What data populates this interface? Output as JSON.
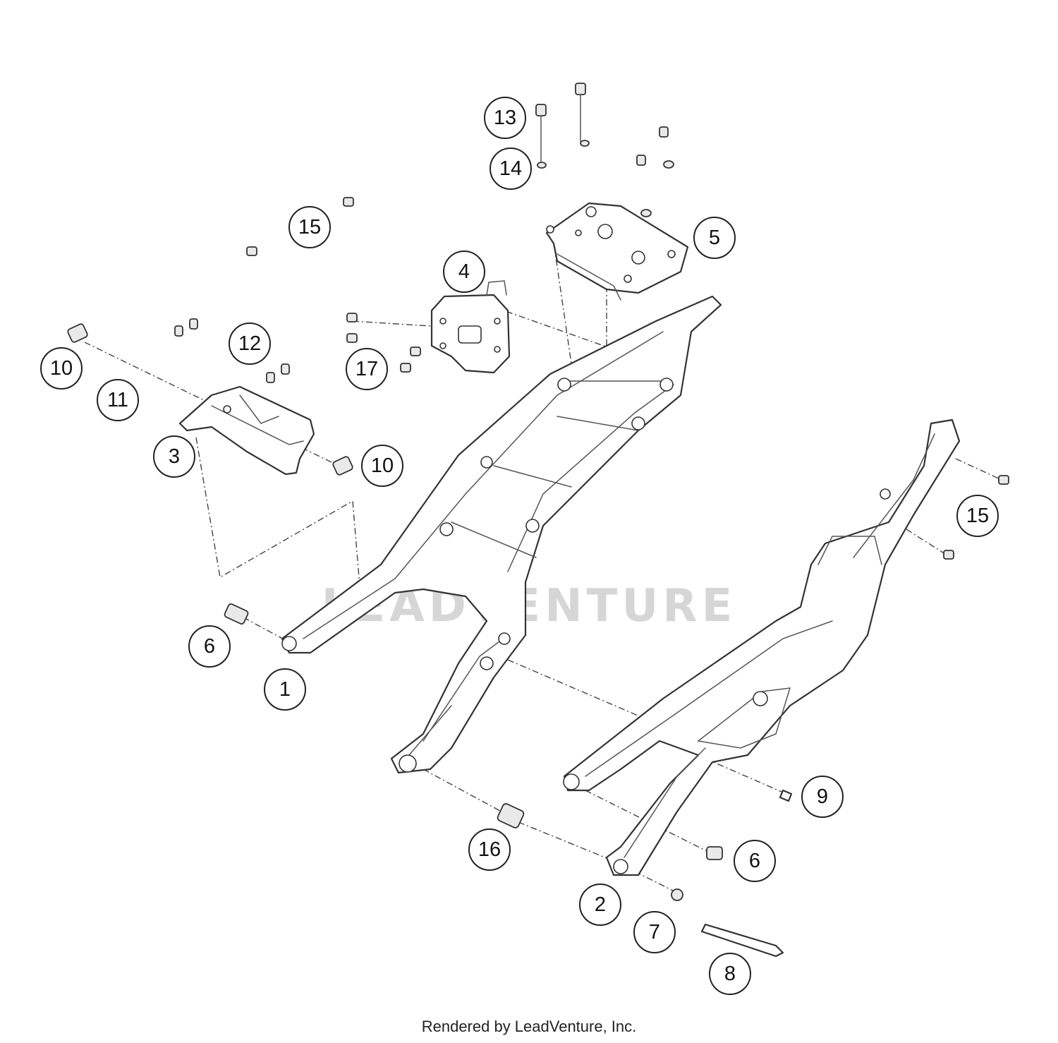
{
  "footer": {
    "credit": "Rendered by LeadVenture, Inc."
  },
  "watermark": {
    "text": "LEADVENTURE"
  },
  "callouts": [
    {
      "id": "c13",
      "label": "13",
      "part": "screw"
    },
    {
      "id": "c14",
      "label": "14",
      "part": "washer"
    },
    {
      "id": "c15a",
      "label": "15",
      "part": "screw-small"
    },
    {
      "id": "c5",
      "label": "5",
      "part": "rear-mounting-plate"
    },
    {
      "id": "c4",
      "label": "4",
      "part": "bracket"
    },
    {
      "id": "c12",
      "label": "12",
      "part": "screw"
    },
    {
      "id": "c10a",
      "label": "10",
      "part": "bushing"
    },
    {
      "id": "c11",
      "label": "11",
      "part": "rod"
    },
    {
      "id": "c17",
      "label": "17",
      "part": "screw"
    },
    {
      "id": "c3",
      "label": "3",
      "part": "cover"
    },
    {
      "id": "c10b",
      "label": "10",
      "part": "bushing"
    },
    {
      "id": "c15b",
      "label": "15",
      "part": "screw-small"
    },
    {
      "id": "c6a",
      "label": "6",
      "part": "sleeve"
    },
    {
      "id": "c1",
      "label": "1",
      "part": "subframe-left"
    },
    {
      "id": "c9",
      "label": "9",
      "part": "screw"
    },
    {
      "id": "c6b",
      "label": "6",
      "part": "sleeve"
    },
    {
      "id": "c16",
      "label": "16",
      "part": "spacer"
    },
    {
      "id": "c2",
      "label": "2",
      "part": "subframe-right"
    },
    {
      "id": "c7",
      "label": "7",
      "part": "washer"
    },
    {
      "id": "c8",
      "label": "8",
      "part": "bolt"
    }
  ]
}
